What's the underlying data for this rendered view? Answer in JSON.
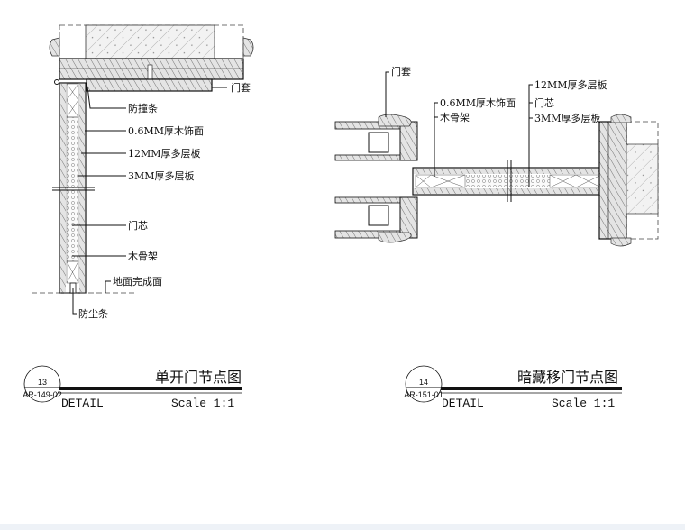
{
  "left_detail": {
    "title": "单开门节点图",
    "number": "13",
    "sheet_ref": "AR-149-02",
    "detail_label": "DETAIL",
    "scale": "Scale 1:1",
    "labels": {
      "door_frame": "门套",
      "bumper_strip": "防撞条",
      "veneer": "0.6MM厚木饰面",
      "plywood_12": "12MM厚多层板",
      "plywood_3": "3MM厚多层板",
      "door_core": "门芯",
      "wood_frame": "木骨架",
      "finished_floor": "地面完成面",
      "dust_strip": "防尘条"
    }
  },
  "right_detail": {
    "title": "暗藏移门节点图",
    "number": "14",
    "sheet_ref": "AR-151-01",
    "detail_label": "DETAIL",
    "scale": "Scale 1:1",
    "labels": {
      "door_frame": "门套",
      "veneer": "0.6MM厚木饰面",
      "wood_frame": "木骨架",
      "plywood_12": "12MM厚多层板",
      "door_core": "门芯",
      "plywood_3": "3MM厚多层板"
    }
  }
}
